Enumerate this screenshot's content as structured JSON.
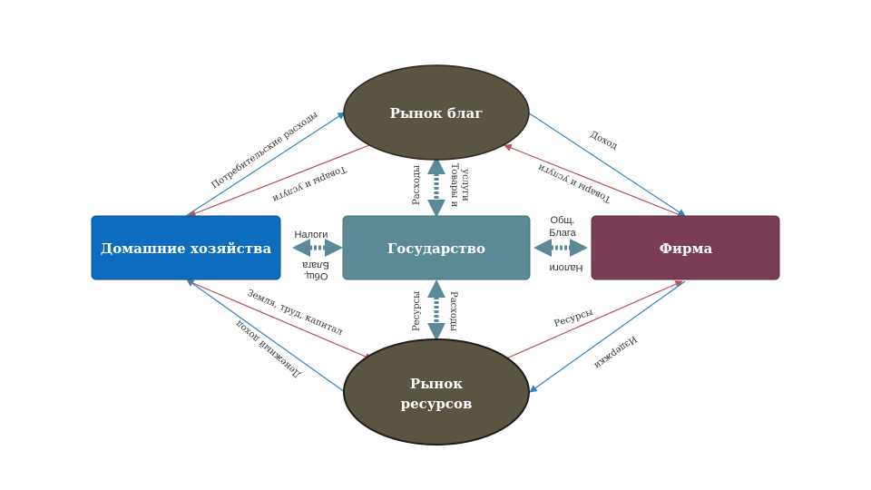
{
  "nodes": {
    "goods_market": "Рынок благ",
    "households": "Домашние хозяйства",
    "government": "Государство",
    "firm": "Фирма",
    "resource_market_line1": "Рынок",
    "resource_market_line2": "ресурсов"
  },
  "labels": {
    "consumer_spending": "Потребительские расходы",
    "goods_services_left": "Товары и услуги",
    "income": "Доход",
    "goods_services_right": "Товары и услуги",
    "gov_spending_top": "Расходы",
    "gov_goods_line1": "Товары и",
    "gov_goods_line2": "услуги",
    "taxes_left": "Налоги",
    "public_goods_left_line1": "Общ.",
    "public_goods_left_line2": "Блага",
    "public_goods_right_line1": "Общ.",
    "public_goods_right_line2": "Блага",
    "taxes_right": "Налоги",
    "resources_gov": "Ресурсы",
    "spending_gov_bottom": "Расходы",
    "land_labor_capital": "Земля, труд, капитал",
    "money_income": "Денежный доход",
    "resources_firm": "Ресурсы",
    "costs": "Издержки"
  },
  "colors": {
    "market_fill": "#5a5443",
    "households_fill": "#0d6cc0",
    "government_fill": "#5b8a96",
    "firm_fill": "#7a3d55",
    "blue_arrow": "#2e86c1",
    "red_arrow": "#b5505f"
  }
}
